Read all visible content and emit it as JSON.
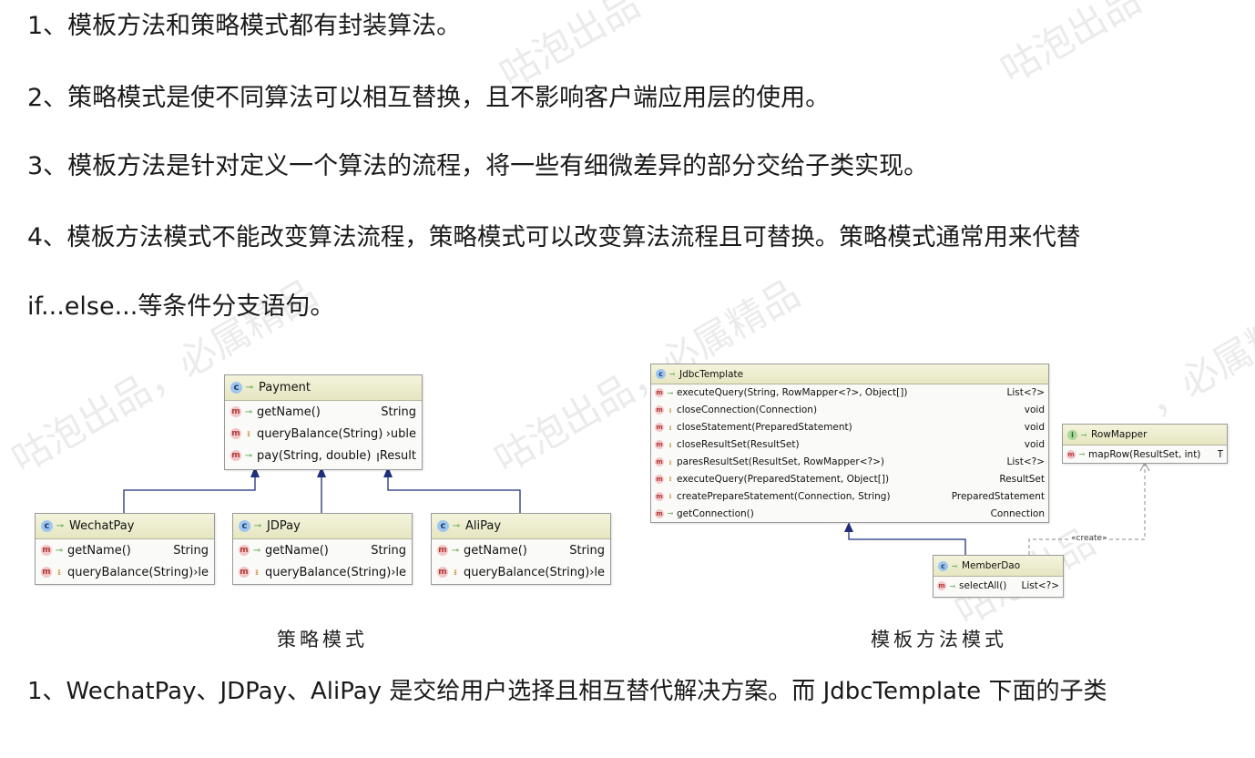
{
  "paragraphs": [
    "1、模板方法和策略模式都有封装算法。",
    "2、策略模式是使不同算法可以相互替换，且不影响客户端应用层的使用。",
    "3、模板方法是针对定义一个算法的流程，将一些有细微差异的部分交给子类实现。",
    "4、模板方法模式不能改变算法流程，策略模式可以改变算法流程且可替换。策略模式通常用来代替",
    "if...else...等条件分支语句。"
  ],
  "watermarks": [
    "咕泡出品",
    "咕泡出品",
    "咕泡出品，必属精品",
    "咕泡出品，必属精品",
    "咕泡出品",
    "，必属精"
  ],
  "strategy_diagram": {
    "payment": {
      "name": "Payment",
      "methods": [
        {
          "name": "getName()",
          "type": "String",
          "vis": "public"
        },
        {
          "name": "queryBalance(String)",
          "type": "›uble",
          "vis": "protected"
        },
        {
          "name": "pay(String, double)",
          "type": "ןResult",
          "vis": "public"
        }
      ]
    },
    "wechat": {
      "name": "WechatPay",
      "methods": [
        {
          "name": "getName()",
          "type": "String",
          "vis": "public"
        },
        {
          "name": "queryBalance(String)",
          "type": "›le",
          "vis": "protected"
        }
      ]
    },
    "jd": {
      "name": "JDPay",
      "methods": [
        {
          "name": "getName()",
          "type": "String",
          "vis": "public"
        },
        {
          "name": "queryBalance(String)",
          "type": "›le",
          "vis": "protected"
        }
      ]
    },
    "ali": {
      "name": "AliPay",
      "methods": [
        {
          "name": "getName()",
          "type": "String",
          "vis": "public"
        },
        {
          "name": "queryBalance(String)",
          "type": "›le",
          "vis": "protected"
        }
      ]
    },
    "caption": "策略模式"
  },
  "template_diagram": {
    "jdbc": {
      "name": "JdbcTemplate",
      "methods": [
        {
          "name": "executeQuery(String, RowMapper<?>, Object[])",
          "type": "List<?>",
          "vis": "public"
        },
        {
          "name": "closeConnection(Connection)",
          "type": "void",
          "vis": "protected"
        },
        {
          "name": "closeStatement(PreparedStatement)",
          "type": "void",
          "vis": "protected"
        },
        {
          "name": "closeResultSet(ResultSet)",
          "type": "void",
          "vis": "protected"
        },
        {
          "name": "paresResultSet(ResultSet, RowMapper<?>)",
          "type": "List<?>",
          "vis": "protected"
        },
        {
          "name": "executeQuery(PreparedStatement, Object[])",
          "type": "ResultSet",
          "vis": "protected"
        },
        {
          "name": "createPrepareStatement(Connection, String)",
          "type": "PreparedStatement",
          "vis": "protected"
        },
        {
          "name": "getConnection()",
          "type": "Connection",
          "vis": "public"
        }
      ]
    },
    "rowmapper": {
      "name": "RowMapper",
      "methods": [
        {
          "name": "mapRow(ResultSet, int)",
          "type": "T",
          "vis": "public"
        }
      ]
    },
    "memberdao": {
      "name": "MemberDao",
      "methods": [
        {
          "name": "selectAll()",
          "type": "List<?>",
          "vis": "public"
        }
      ]
    },
    "create_label": "«create»",
    "caption": "模板方法模式"
  },
  "footer_paragraph": "1、WechatPay、JDPay、AliPay 是交给用户选择且相互替代解决方案。而 JdbcTemplate 下面的子类",
  "icons": {
    "class_letter": "c",
    "interface_letter": "i",
    "method_letter": "m",
    "public_mark": "⊸",
    "protected_mark": "ᵻ"
  },
  "colors": {
    "uml_header": "#e6e6c2",
    "arrow": "#1f2f7a",
    "text": "#1a1a1a"
  }
}
